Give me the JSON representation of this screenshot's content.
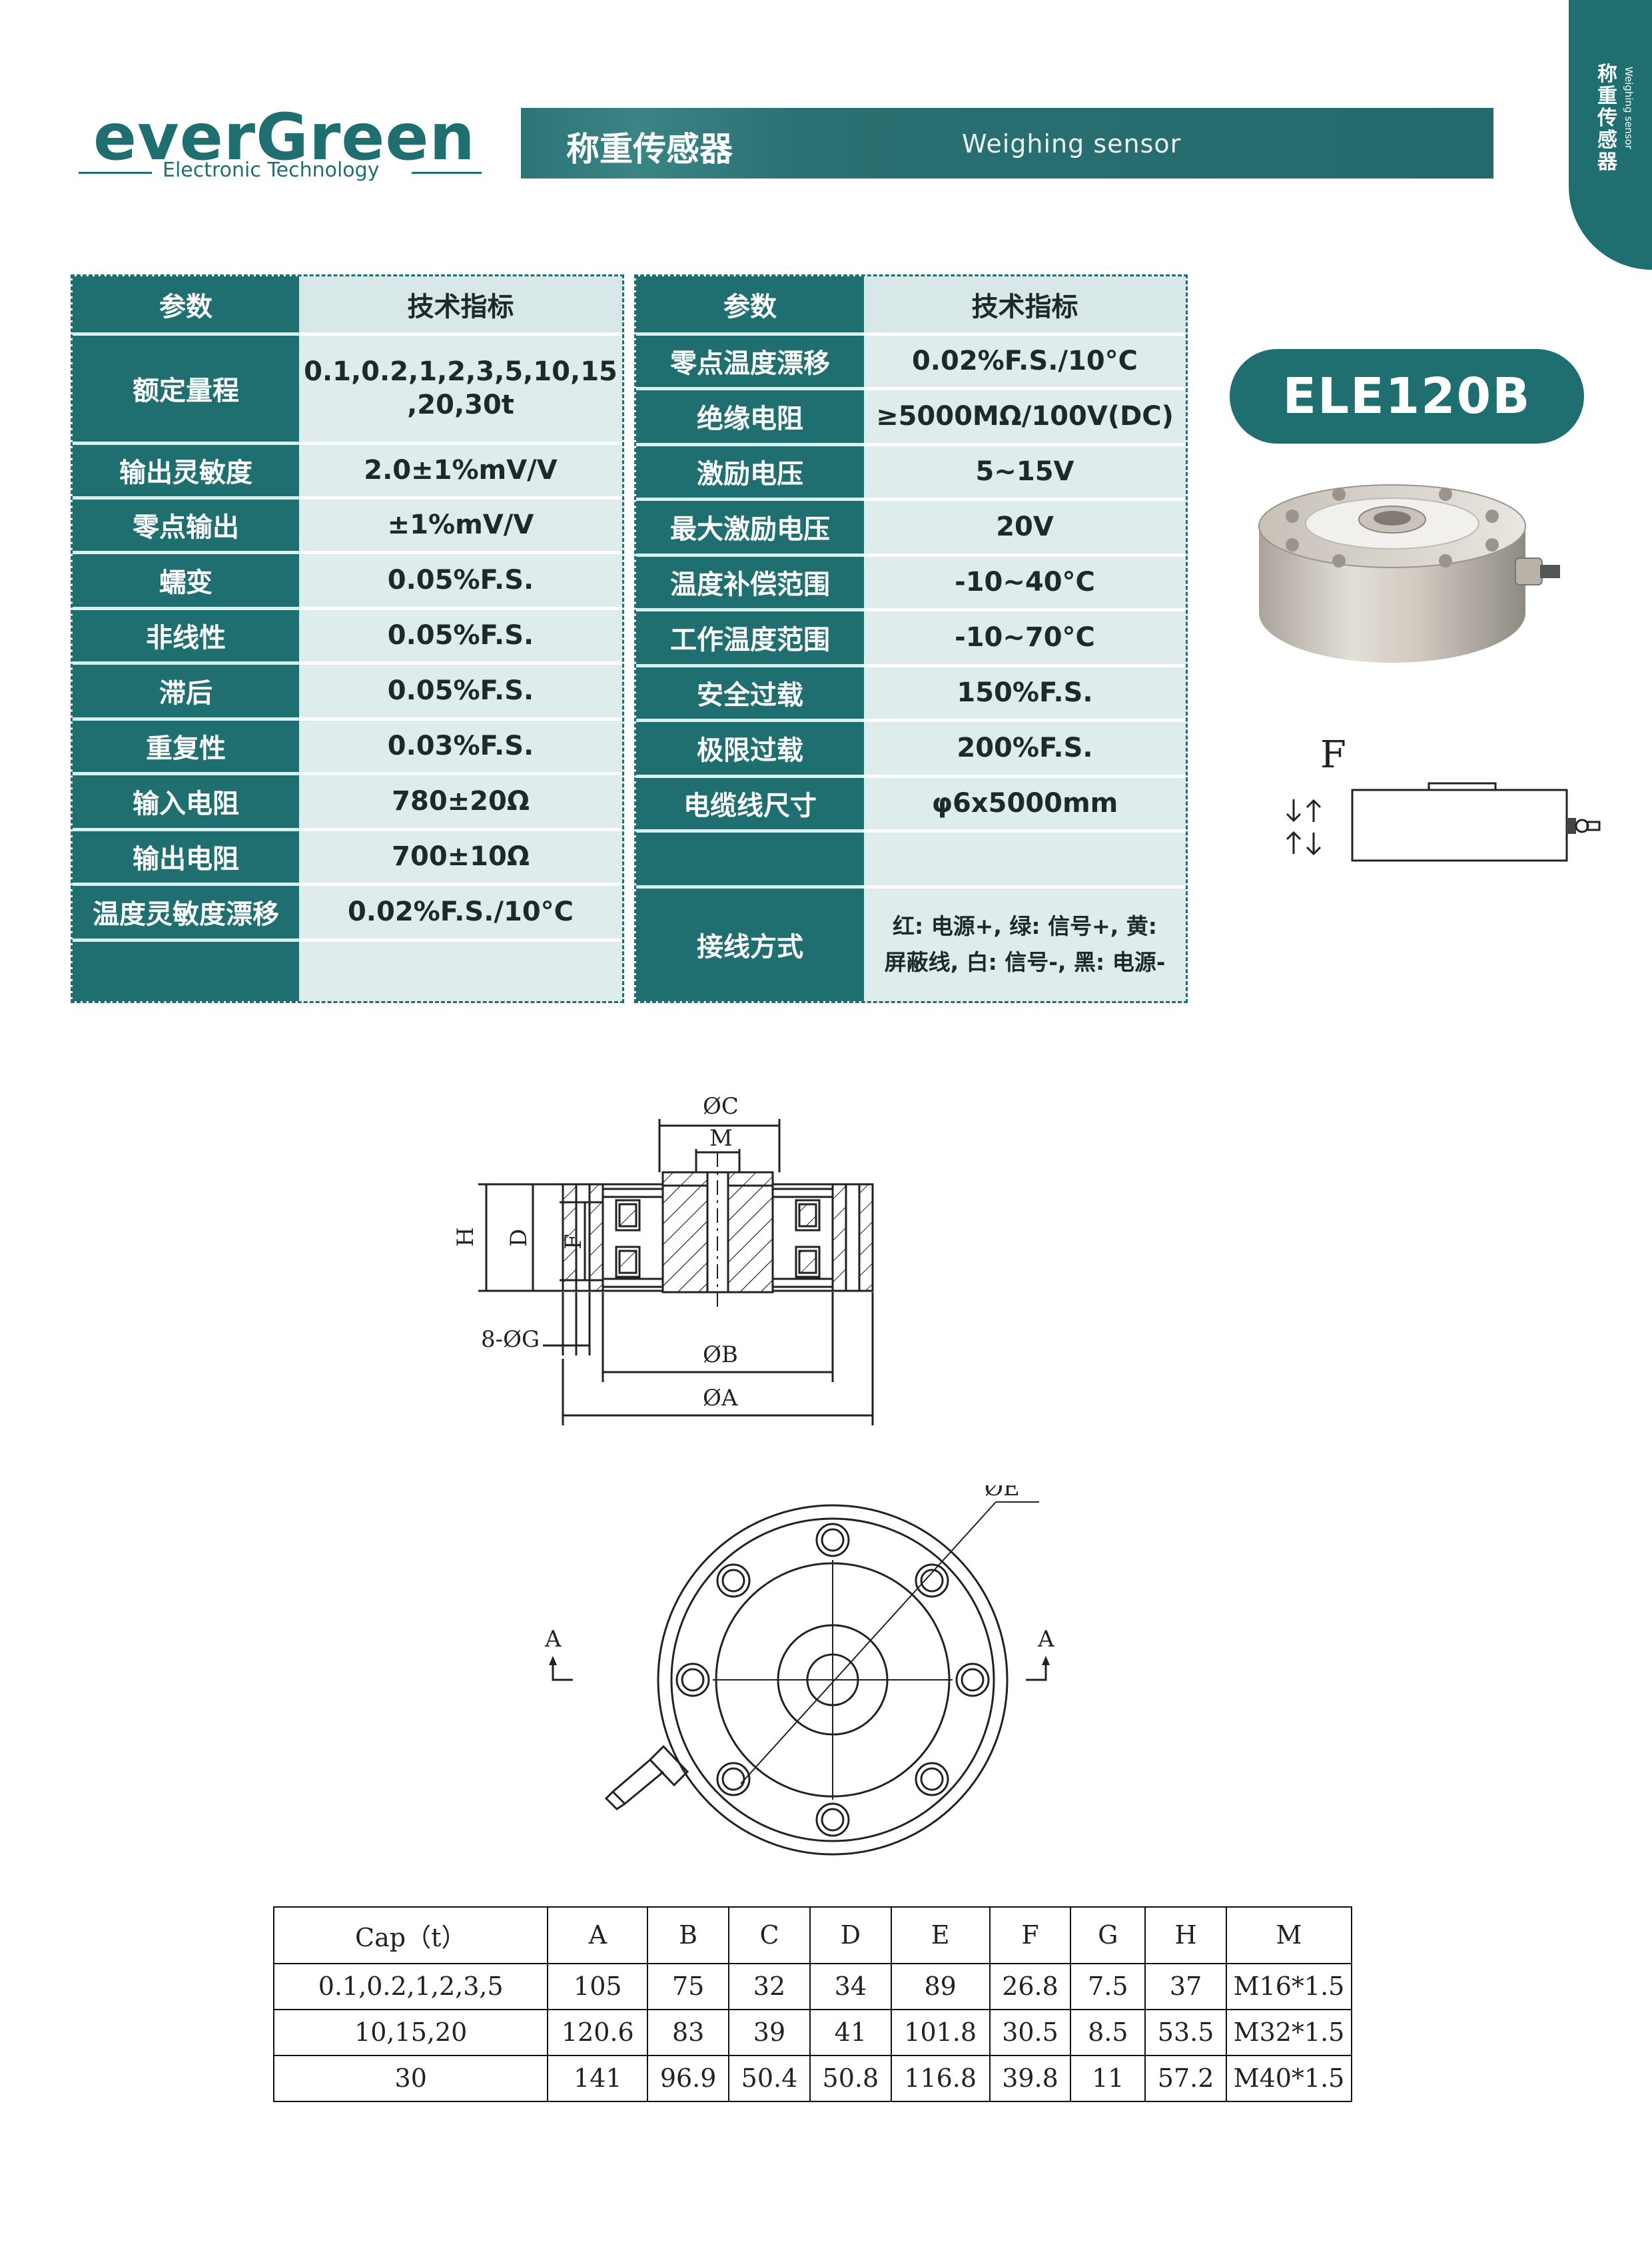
{
  "brand": {
    "name": "everGreen",
    "tagline": "Electronic Technology"
  },
  "banner": {
    "title_cn": "称重传感器",
    "title_en": "Weighing sensor"
  },
  "side_tab": {
    "title_cn": "称重传感器",
    "title_en": "Weighing sensor"
  },
  "model": "ELE120B",
  "spec_left": {
    "header": {
      "param": "参数",
      "value": "技术指标"
    },
    "rows": [
      {
        "param": "额定量程",
        "value": "0.1,0.2,1,2,3,5,10,15",
        "value2": ",20,30t"
      },
      {
        "param": "输出灵敏度",
        "value": "2.0±1%mV/V"
      },
      {
        "param": "零点输出",
        "value": "±1%mV/V"
      },
      {
        "param": "蠕变",
        "value": "0.05%F.S."
      },
      {
        "param": "非线性",
        "value": "0.05%F.S."
      },
      {
        "param": "滞后",
        "value": "0.05%F.S."
      },
      {
        "param": "重复性",
        "value": "0.03%F.S."
      },
      {
        "param": "输入电阻",
        "value": "780±20Ω"
      },
      {
        "param": "输出电阻",
        "value": "700±10Ω"
      },
      {
        "param": "温度灵敏度漂移",
        "value": "0.02%F.S./10°C"
      }
    ]
  },
  "spec_right": {
    "header": {
      "param": "参数",
      "value": "技术指标"
    },
    "rows": [
      {
        "param": "零点温度漂移",
        "value": "0.02%F.S./10°C"
      },
      {
        "param": "绝缘电阻",
        "value": "≥5000MΩ/100V(DC)"
      },
      {
        "param": "激励电压",
        "value": "5~15V"
      },
      {
        "param": "最大激励电压",
        "value": "20V"
      },
      {
        "param": "温度补偿范围",
        "value": "-10~40°C"
      },
      {
        "param": "工作温度范围",
        "value": "-10~70°C"
      },
      {
        "param": "安全过载",
        "value": "150%F.S."
      },
      {
        "param": "极限过载",
        "value": "200%F.S."
      },
      {
        "param": "电缆线尺寸",
        "value": "φ6x5000mm"
      }
    ],
    "wiring": {
      "param": "接线方式",
      "line1": "红: 电源+, 绿: 信号+, 黄:",
      "line2": "屏蔽线, 白: 信号-, 黑: 电源-"
    }
  },
  "force_diagram": {
    "label": "F"
  },
  "section_drawing": {
    "labels": {
      "C": "ØC",
      "M": "M",
      "H": "H",
      "D": "D",
      "F": "F",
      "G": "8-ØG",
      "B": "ØB",
      "A": "ØA"
    }
  },
  "top_drawing": {
    "labels": {
      "E": "ØE",
      "A_left": "A",
      "A_right": "A"
    }
  },
  "dimension_table": {
    "headers": [
      "Cap（t）",
      "A",
      "B",
      "C",
      "D",
      "E",
      "F",
      "G",
      "H",
      "M"
    ],
    "rows": [
      [
        "0.1,0.2,1,2,3,5",
        "105",
        "75",
        "32",
        "34",
        "89",
        "26.8",
        "7.5",
        "37",
        "M16*1.5"
      ],
      [
        "10,15,20",
        "120.6",
        "83",
        "39",
        "41",
        "101.8",
        "30.5",
        "8.5",
        "53.5",
        "M32*1.5"
      ],
      [
        "30",
        "141",
        "96.9",
        "50.4",
        "50.8",
        "116.8",
        "39.8",
        "11",
        "57.2",
        "M40*1.5"
      ]
    ]
  },
  "colors": {
    "primary": "#1f6e70",
    "cell_bg": "#dfecec"
  }
}
